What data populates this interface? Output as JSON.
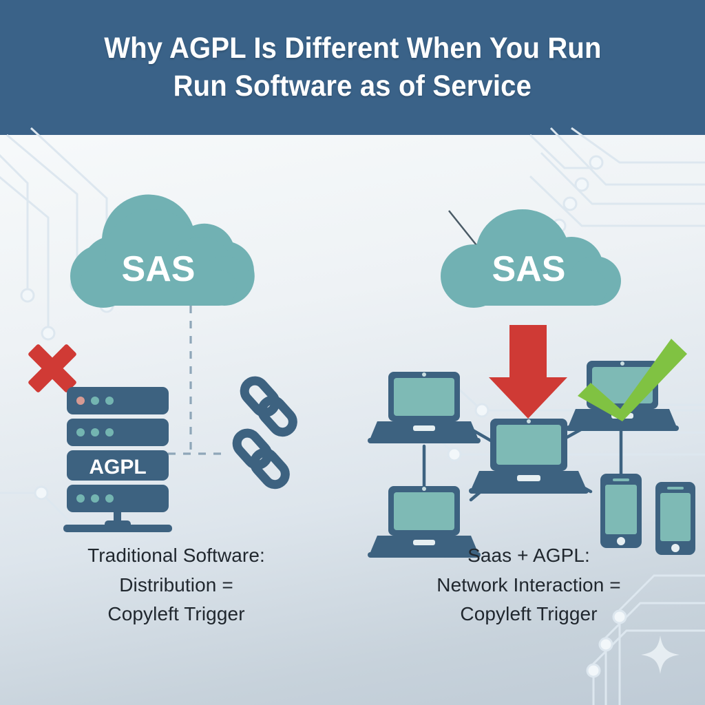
{
  "header": {
    "title_line1": "Why AGPL Is Different When You Run",
    "title_line2": "Run Software as of Service",
    "bg_color": "#3a6288",
    "text_color": "#ffffff"
  },
  "palette": {
    "background_top": "#fdfefe",
    "background_bottom": "#bfcbd6",
    "cloud_teal": "#71b1b3",
    "device_dark_blue": "#3d6280",
    "screen_teal": "#7ebab5",
    "red": "#d03a35",
    "green": "#80c242",
    "caption_text": "#20272e",
    "circuit_trace": "#dbe6ee"
  },
  "left_panel": {
    "name": "traditional-software-panel",
    "cloud_label": "SAS",
    "server_label": "AGPL",
    "status_icon": "red-x-icon",
    "link_icon": "broken-chain-icon",
    "connector": "dashed-line",
    "server_lights": [
      [
        "#d79a93",
        "#74b5b1",
        "#74b5b1"
      ],
      [
        "#74b5b1",
        "#74b5b1",
        "#74b5b1"
      ],
      [
        "#74b5b1",
        "#74b5b1",
        "#74b5b1"
      ]
    ],
    "caption_lines": [
      "Traditional Software:",
      "Distribution =",
      "Copyleft Trigger"
    ]
  },
  "right_panel": {
    "name": "saas-agpl-panel",
    "cloud_label": "SAS",
    "status_icon": "green-check-icon",
    "arrow_icon": "red-down-arrow-icon",
    "devices": [
      {
        "type": "laptop",
        "position": "top-left"
      },
      {
        "type": "laptop",
        "position": "center"
      },
      {
        "type": "laptop",
        "position": "top-right",
        "badge": "green-check-icon"
      },
      {
        "type": "laptop",
        "position": "bottom-left"
      },
      {
        "type": "phone",
        "position": "right-inner"
      },
      {
        "type": "phone",
        "position": "right-outer"
      }
    ],
    "caption_lines": [
      "Saas + AGPL:",
      "Network Interaction =",
      "Copyleft Trigger"
    ]
  }
}
